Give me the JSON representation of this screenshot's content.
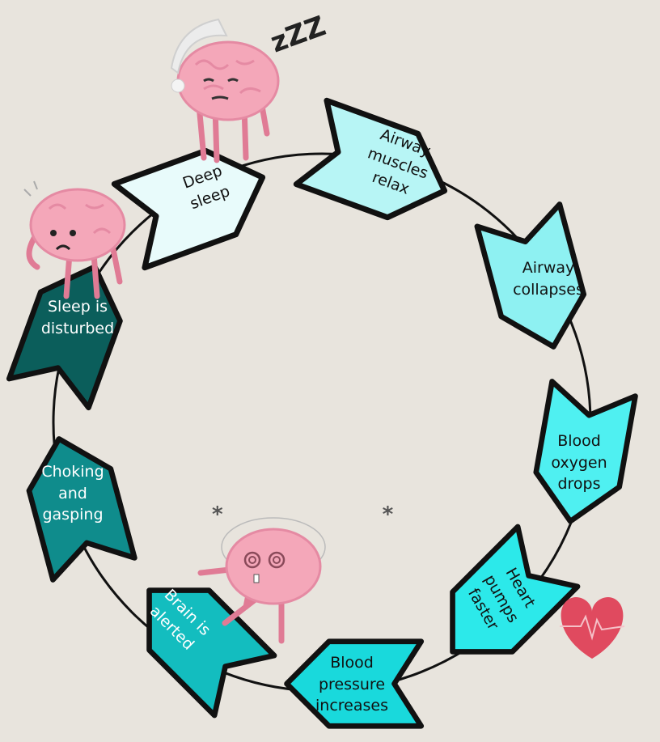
{
  "colors": {
    "background": "#e8e4dd",
    "outline": "#111111",
    "circle": "#111111",
    "brain": "#f4a7b9",
    "heart": "#e04a5f"
  },
  "steps": [
    {
      "id": "deep-sleep",
      "lines": [
        "Deep",
        "sleep"
      ],
      "color": "#e8fbfb",
      "text_color": "#111111"
    },
    {
      "id": "airway-muscles-relax",
      "lines": [
        "Airway",
        "muscles",
        "relax"
      ],
      "color": "#b7f5f5",
      "text_color": "#111111"
    },
    {
      "id": "airway-collapses",
      "lines": [
        "Airway",
        "collapses"
      ],
      "color": "#8ef1f2",
      "text_color": "#111111"
    },
    {
      "id": "blood-oxygen-drops",
      "lines": [
        "Blood",
        "oxygen",
        "drops"
      ],
      "color": "#4ff0f1",
      "text_color": "#111111"
    },
    {
      "id": "heart-pumps-faster",
      "lines": [
        "Heart",
        "pumps",
        "faster"
      ],
      "color": "#2ce9ea",
      "text_color": "#111111"
    },
    {
      "id": "blood-pressure-increases",
      "lines": [
        "Blood",
        "pressure",
        "increases"
      ],
      "color": "#19d9dc",
      "text_color": "#111111"
    },
    {
      "id": "brain-is-alerted",
      "lines": [
        "Brain is",
        "alerted"
      ],
      "color": "#13bdbf",
      "text_color": "#ffffff"
    },
    {
      "id": "choking-and-gasping",
      "lines": [
        "Choking",
        "and",
        "gasping"
      ],
      "color": "#0f8c8c",
      "text_color": "#ffffff"
    },
    {
      "id": "sleep-is-disturbed",
      "lines": [
        "Sleep is",
        "disturbed"
      ],
      "color": "#0b5e5b",
      "text_color": "#ffffff"
    }
  ],
  "decorations": {
    "sleeping_brain_text": "zZZ",
    "dizzy_stars": "* *"
  }
}
